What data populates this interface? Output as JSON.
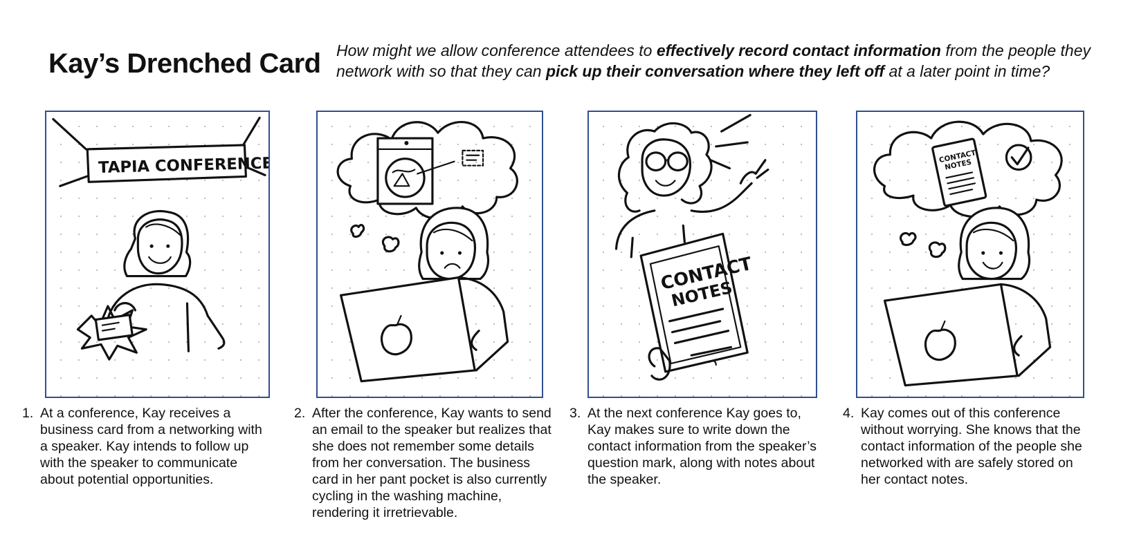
{
  "title": "Kay’s Drenched Card",
  "hmw": {
    "part1": "How might we allow conference attendees to ",
    "bold1": "effectively record contact information",
    "part2": " from the people they network with so that they can ",
    "bold2": "pick up their conversation where they left off",
    "part3": " at a later point in time?"
  },
  "panels": [
    {
      "banner_text": "TAPIA CONFERENCE",
      "caption_number": "1.",
      "caption": "At a conference, Kay receives a business card from a networking with a speaker. Kay intends to follow up with the speaker to communicate about potential opportunities."
    },
    {
      "caption_number": "2.",
      "caption": "After the conference, Kay wants to send an email to the speaker but realizes that she does not remember some details from her conversation. The business card in her pant pocket is also currently cycling in the washing machine, rendering it irretrievable."
    },
    {
      "tablet_text_line1": "CONTACT",
      "tablet_text_line2": "NOTES",
      "caption_number": "3.",
      "caption": "At the next conference Kay goes to, Kay makes sure to write down the contact information from the speaker’s question mark, along with notes about the speaker."
    },
    {
      "tablet_text_line1": "CONTACT",
      "tablet_text_line2": "NOTES",
      "caption_number": "4.",
      "caption": "Kay comes out of this conference without worrying. She knows that the contact information of the people she networked with are safely stored on her contact notes."
    }
  ],
  "colors": {
    "panel_border": "#2f4f8f",
    "ink": "#111111",
    "dots": "#b8b8b8"
  }
}
